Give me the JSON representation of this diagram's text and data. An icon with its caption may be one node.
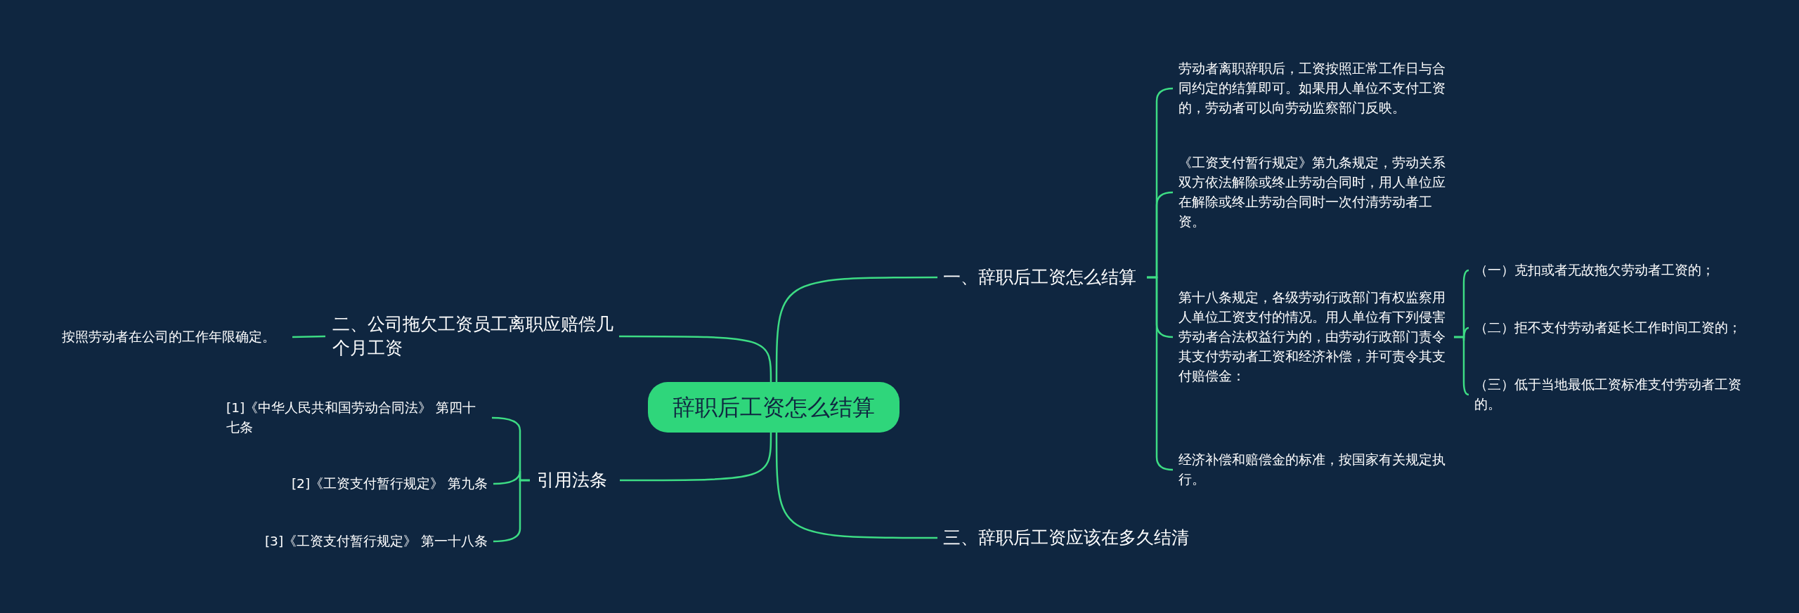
{
  "diagram": {
    "nodes": [
      {
        "text": [
          "辞职后工资怎么结算"
        ]
      },
      {
        "text": [
          "一、辞职后工资怎么结算"
        ]
      },
      {
        "text": [
          "劳动者离职辞职后，工资按照正常工作日与合同约定的结算即可。如果用人单位不支付工资的，劳动者可以向劳动监察部门反映。"
        ]
      },
      {
        "text": [
          "《工资支付暂行规定》第九条规定，劳动关系双方依法解除或终止劳动合同时，用人单位应在解除或终止劳动合同时一次付清劳动者工资。"
        ]
      },
      {
        "text": [
          "第十八条规定，各级劳动行政部门有权监察用人单位工资支付的情况。用人单位有下列侵害劳动者合法权益行为的，由劳动行政部门责令其支付劳动者工资和经济补偿，并可责令其支付赔偿金："
        ]
      },
      {
        "text": [
          "（一）克扣或者无故拖欠劳动者工资的；"
        ]
      },
      {
        "text": [
          "（二）拒不支付劳动者延长工作时间工资的；"
        ]
      },
      {
        "text": [
          "（三）低于当地最低工资标准支付劳动者工资的。"
        ]
      },
      {
        "text": [
          "经济补偿和赔偿金的标准，按国家有关规定执行。"
        ]
      },
      {
        "text": [
          "二、公司拖欠工资员工离职应赔偿几个月工资"
        ]
      },
      {
        "text": [
          "按照劳动者在公司的工作年限确定。"
        ]
      },
      {
        "text": [
          "引用法条"
        ]
      },
      {
        "text": [
          "[1]《中华人民共和国劳动合同法》 第四十七条"
        ]
      },
      {
        "text": [
          "[2]《工资支付暂行规定》 第九条"
        ]
      },
      {
        "text": [
          "[3]《工资支付暂行规定》 第一十八条"
        ]
      },
      {
        "text": [
          "三、辞职后工资应该在多久结清"
        ]
      }
    ],
    "edges": [
      {
        "from": 0,
        "to": 1,
        "arrow": "none"
      },
      {
        "from": 1,
        "to": 2,
        "arrow": "none"
      },
      {
        "from": 1,
        "to": 3,
        "arrow": "none"
      },
      {
        "from": 1,
        "to": 4,
        "arrow": "none"
      },
      {
        "from": 4,
        "to": 5,
        "arrow": "none"
      },
      {
        "from": 4,
        "to": 6,
        "arrow": "none"
      },
      {
        "from": 4,
        "to": 7,
        "arrow": "none"
      },
      {
        "from": 1,
        "to": 8,
        "arrow": "none"
      },
      {
        "from": 0,
        "to": 9,
        "arrow": "none"
      },
      {
        "from": 9,
        "to": 10,
        "arrow": "none"
      },
      {
        "from": 0,
        "to": 11,
        "arrow": "none"
      },
      {
        "from": 11,
        "to": 12,
        "arrow": "none"
      },
      {
        "from": 11,
        "to": 13,
        "arrow": "none"
      },
      {
        "from": 11,
        "to": 14,
        "arrow": "none"
      },
      {
        "from": 0,
        "to": 15,
        "arrow": "none"
      }
    ]
  }
}
